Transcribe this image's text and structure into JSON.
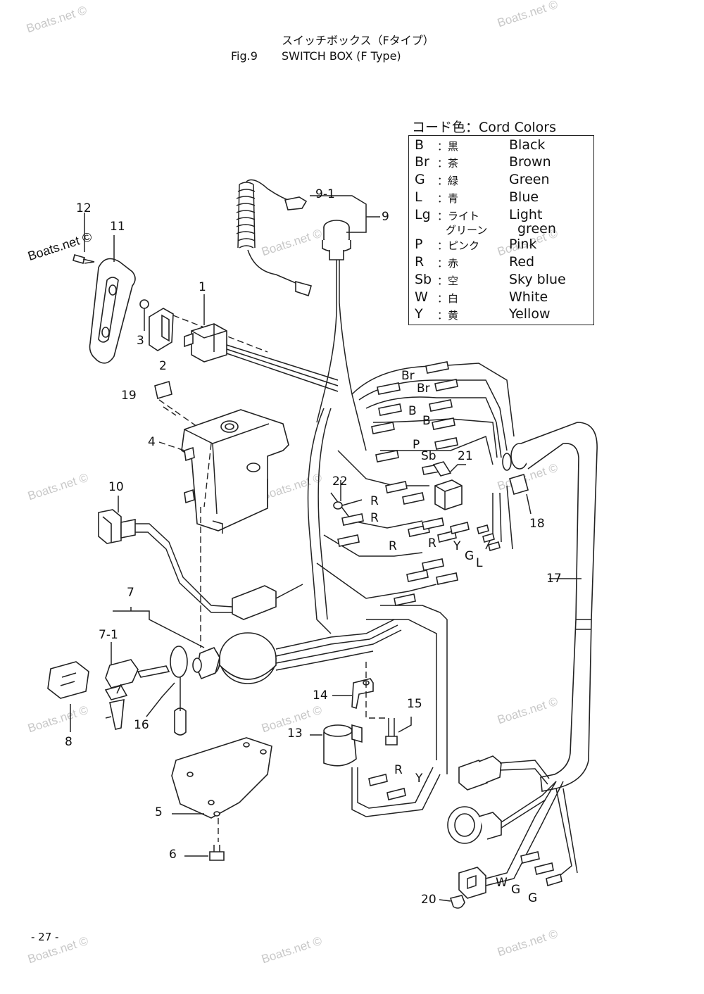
{
  "header": {
    "title_jp": "スイッチボックス（Fタイプ）",
    "fig_no": "Fig.9",
    "fig_title": "SWITCH BOX (F Type)"
  },
  "legend": {
    "heading": "コード色：Cord Colors",
    "rows": [
      {
        "code": "B",
        "jp": "：黒",
        "en": "Black"
      },
      {
        "code": "Br",
        "jp": "：茶",
        "en": "Brown"
      },
      {
        "code": "G",
        "jp": "：緑",
        "en": "Green"
      },
      {
        "code": "L",
        "jp": "：青",
        "en": "Blue"
      },
      {
        "code": "Lg",
        "jp": "：ライト",
        "en": "Light"
      },
      {
        "code": "",
        "jp": "グリーン",
        "en": "green"
      },
      {
        "code": "P",
        "jp": "：ピンク",
        "en": "Pink"
      },
      {
        "code": "R",
        "jp": "：赤",
        "en": "Red"
      },
      {
        "code": "Sb",
        "jp": "：空",
        "en": "Sky blue"
      },
      {
        "code": "W",
        "jp": "：白",
        "en": "White"
      },
      {
        "code": "Y",
        "jp": "：黄",
        "en": "Yellow"
      }
    ]
  },
  "callouts": {
    "p1": "1",
    "p2": "2",
    "p3": "3",
    "p4": "4",
    "p5": "5",
    "p6": "6",
    "p7": "7",
    "p7_1": "7-1",
    "p8": "8",
    "p9": "9",
    "p9_1": "9-1",
    "p10": "10",
    "p11": "11",
    "p12": "12",
    "p13": "13",
    "p14": "14",
    "p15": "15",
    "p16": "16",
    "p17": "17",
    "p18": "18",
    "p19": "19",
    "p20": "20",
    "p21": "21",
    "p22": "22"
  },
  "wire_labels": {
    "br1": "Br",
    "br2": "Br",
    "b1": "B",
    "b2": "B",
    "p": "P",
    "sb": "Sb",
    "r1": "R",
    "r2": "R",
    "r3": "R",
    "r4": "R",
    "y1": "Y",
    "g1": "G",
    "l1": "L",
    "r5": "R",
    "y2": "Y",
    "w1": "W",
    "g2": "G",
    "g3": "G"
  },
  "watermark": "Boats.net ©",
  "page_number": "- 27 -"
}
